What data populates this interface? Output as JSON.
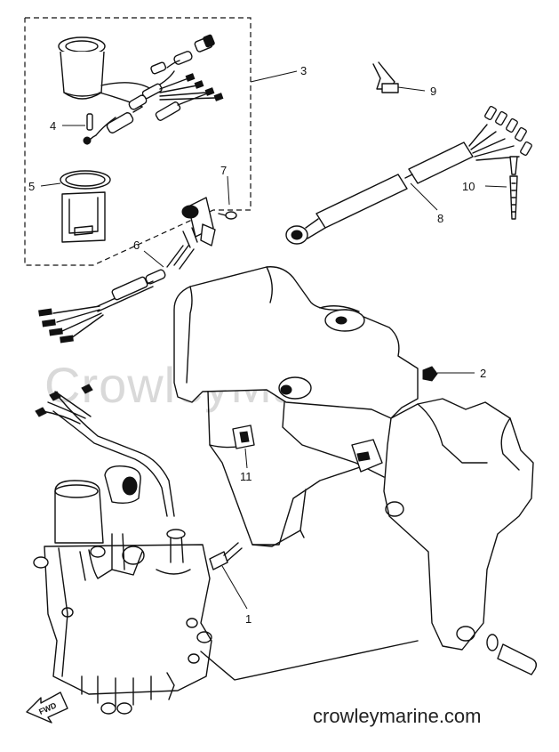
{
  "watermark": "CrowleyMarine",
  "site_caption": "crowleymarine.com",
  "fwd_mark": "FWD",
  "callouts": [
    {
      "id": "1",
      "text": "1"
    },
    {
      "id": "2",
      "text": "2"
    },
    {
      "id": "3",
      "text": "3"
    },
    {
      "id": "4",
      "text": "4"
    },
    {
      "id": "5",
      "text": "5"
    },
    {
      "id": "6",
      "text": "6"
    },
    {
      "id": "7",
      "text": "7"
    },
    {
      "id": "8",
      "text": "8"
    },
    {
      "id": "9",
      "text": "9"
    },
    {
      "id": "10",
      "text": "10"
    },
    {
      "id": "11",
      "text": "11"
    }
  ]
}
